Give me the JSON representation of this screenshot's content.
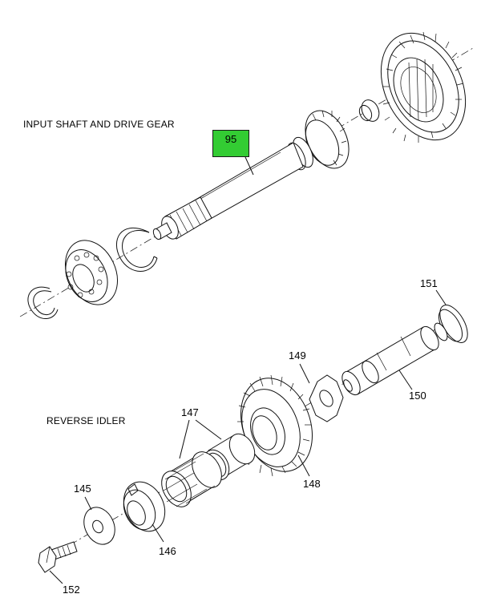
{
  "sections": {
    "input_shaft": "INPUT SHAFT AND DRIVE GEAR",
    "reverse_idler": "REVERSE IDLER"
  },
  "callouts": {
    "c95": "95",
    "c145": "145",
    "c146": "146",
    "c147": "147",
    "c148": "148",
    "c149": "149",
    "c150": "150",
    "c151": "151",
    "c152": "152"
  },
  "colors": {
    "highlight": "#33cc33",
    "line": "#111111"
  }
}
